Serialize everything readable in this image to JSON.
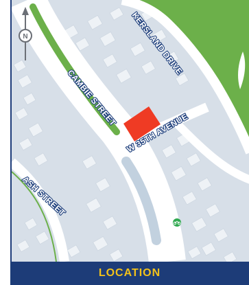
{
  "map": {
    "streets": {
      "cambie": "CAMBIE STREET",
      "w35th": "W 35TH AVENUE",
      "kersland": "KERSLAND DRIVE",
      "ash": "ASH STREET"
    },
    "north_label": "N",
    "colors": {
      "park": "#6cb04a",
      "site": "#ef3b24",
      "road": "#ffffff",
      "block": "#d7dfe8",
      "building": "#eef2f6",
      "median": "#c2d1df",
      "label_halo": "#1e3f7c"
    },
    "icons": [
      "north-arrow-icon",
      "bike-icon"
    ]
  },
  "legend": {
    "title": "LOCATION",
    "title_color": "#f3c21a",
    "bar_color": "#1d3c78"
  }
}
